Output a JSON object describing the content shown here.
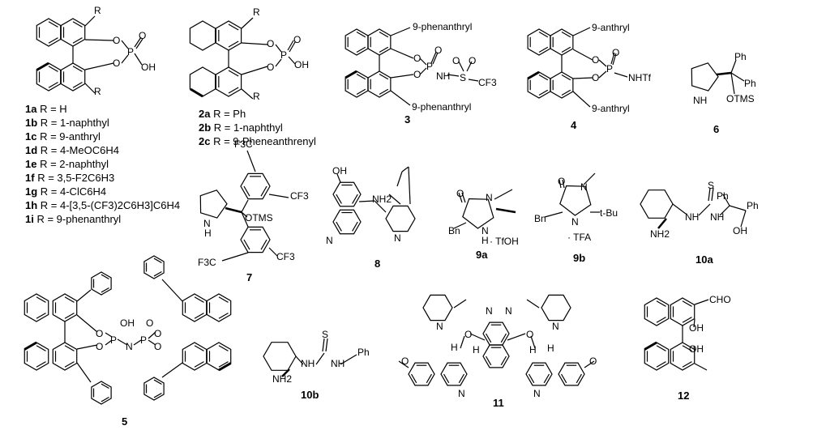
{
  "compounds": [
    {
      "id": "1a",
      "text": "R = H"
    },
    {
      "id": "1b",
      "text": "R = 1-naphthyl"
    },
    {
      "id": "1c",
      "text": "R = 9-anthryl"
    },
    {
      "id": "1d",
      "text": "R = 4-MeOC6H4"
    },
    {
      "id": "1e",
      "text": "R = 2-naphthyl"
    },
    {
      "id": "1f",
      "text": "R = 3,5-F2C6H3"
    },
    {
      "id": "1g",
      "text": "R = 4-ClC6H4"
    },
    {
      "id": "1h",
      "text": "R = 4-[3,5-(CF3)2C6H3]C6H4"
    },
    {
      "id": "1i",
      "text": "R = 9-phenanthryl"
    },
    {
      "id": "2a",
      "text": "R = Ph"
    },
    {
      "id": "2b",
      "text": "R = 1-naphthyl"
    },
    {
      "id": "2c",
      "text": "R = 9-Pheneanthrenyl"
    }
  ],
  "numbers": [
    "3",
    "4",
    "5",
    "6",
    "7",
    "8",
    "9a",
    "9b",
    "10a",
    "10b",
    "11",
    "12"
  ],
  "atoms": {
    "R": "R",
    "O": "O",
    "P": "P",
    "OH": "OH",
    "N": "N",
    "NH": "NH",
    "H": "H",
    "S": "S",
    "CF3": "CF3",
    "F3C": "F3C",
    "NHTf": "NHTf",
    "Ph": "Ph",
    "OTMS": "OTMS",
    "NH2": "NH2",
    "Bn": "Bn",
    "tBu": "t-Bu",
    "TfOH": "· TfOH",
    "TFA": "· TFA",
    "CHO": "CHO",
    "phen": "9-phenanthryl",
    "anth": "9-anthryl"
  }
}
